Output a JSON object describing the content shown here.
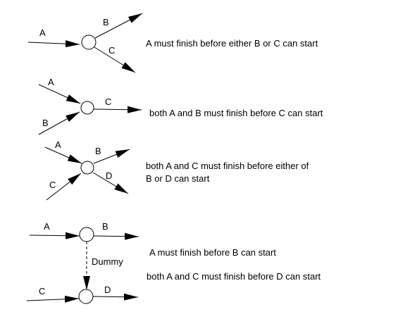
{
  "diagrams": [
    {
      "labels": {
        "a": "A",
        "b": "B",
        "c": "C"
      },
      "description": "A must finish before either B or C can start"
    },
    {
      "labels": {
        "a": "A",
        "b": "B",
        "c": "C"
      },
      "description": "both A and B must finish before C can start"
    },
    {
      "labels": {
        "a": "A",
        "c": "C",
        "b": "B",
        "d": "D"
      },
      "description_line1": "both A and C must finish before either of",
      "description_line2": "B or D can start"
    },
    {
      "labels": {
        "a": "A",
        "b": "B",
        "dummy": "Dummy",
        "c": "C",
        "d": "D"
      },
      "description_line1": "A must finish before B can start",
      "description_line2": "both A and C must finish before D can start"
    }
  ],
  "colors": {
    "stroke": "#000000",
    "background": "#ffffff"
  }
}
